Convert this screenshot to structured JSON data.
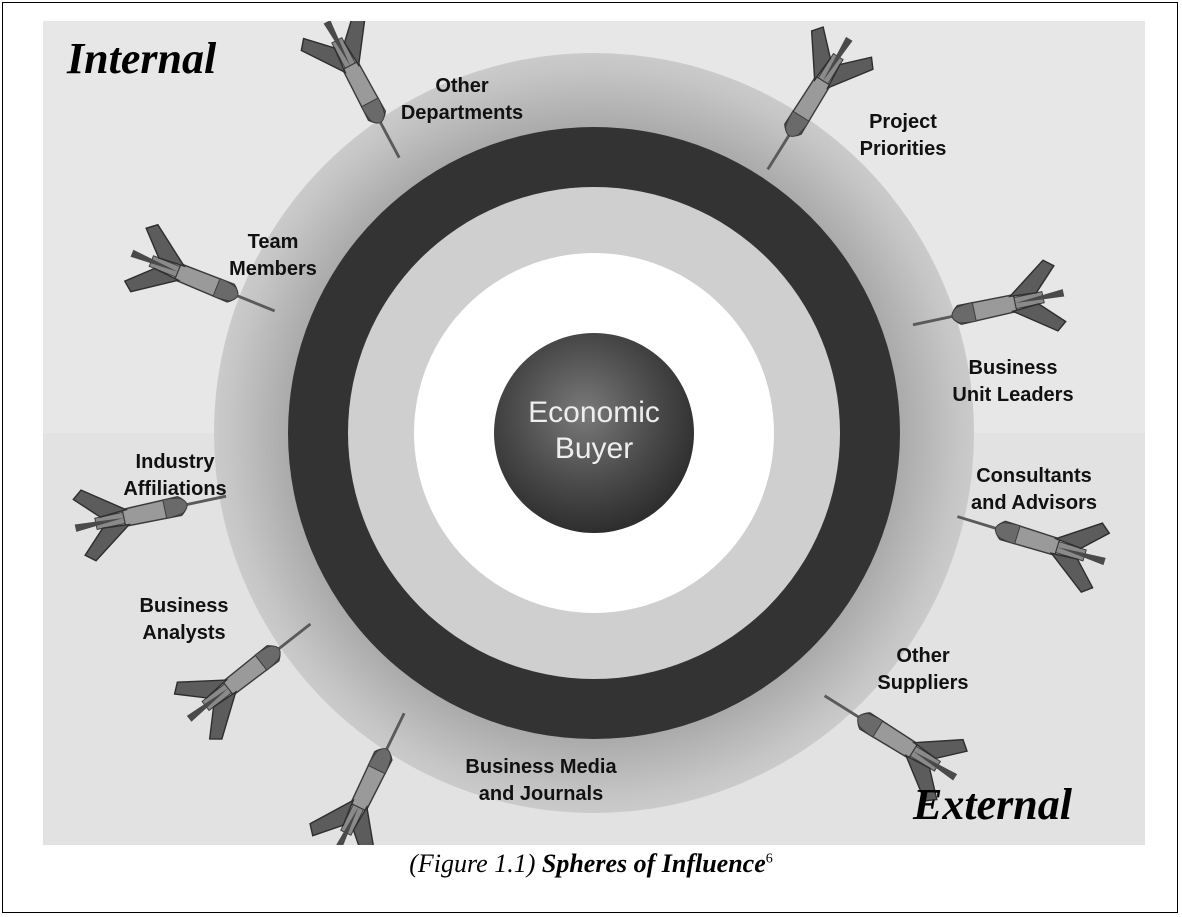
{
  "diagram": {
    "internal_label": "Internal",
    "external_label": "External",
    "center": {
      "line1": "Economic",
      "line2": "Buyer"
    },
    "influencers": [
      {
        "line1": "Other",
        "line2": "Departments"
      },
      {
        "line1": "Project",
        "line2": "Priorities"
      },
      {
        "line1": "Team",
        "line2": "Members"
      },
      {
        "line1": "Business",
        "line2": "Unit Leaders"
      },
      {
        "line1": "Industry",
        "line2": "Affiliations"
      },
      {
        "line1": "Consultants",
        "line2": "and Advisors"
      },
      {
        "line1": "Business",
        "line2": "Analysts"
      },
      {
        "line1": "Other",
        "line2": "Suppliers"
      },
      {
        "line1": "Business Media",
        "line2": "and Journals"
      }
    ]
  },
  "caption": {
    "prefix": "(Figure 1.1) ",
    "title": "Spheres of Influence",
    "footnote": "6"
  },
  "colors": {
    "outer_ring": "#333333",
    "middle_ring": "#cfcfcf",
    "inner_ring": "#ffffff",
    "core": "#4a4a4a"
  }
}
